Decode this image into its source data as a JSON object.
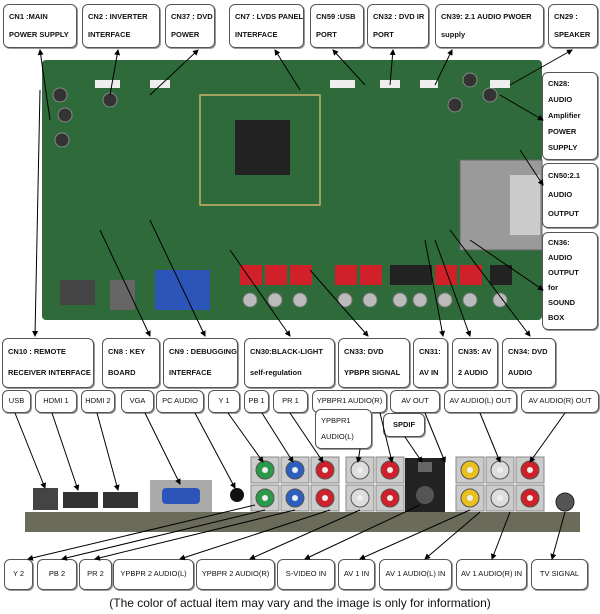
{
  "top_labels": [
    {
      "id": "cn1",
      "lines": [
        "CN1 :MAIN",
        "POWER SUPPLY"
      ]
    },
    {
      "id": "cn2",
      "lines": [
        "CN2 : INVERTER",
        "INTERFACE"
      ]
    },
    {
      "id": "cn37",
      "lines": [
        "CN37 : DVD",
        "POWER"
      ]
    },
    {
      "id": "cn7",
      "lines": [
        "CN7 :  LVDS PANEL",
        "INTERFACE"
      ]
    },
    {
      "id": "cn59",
      "lines": [
        "CN59 :USB",
        "PORT"
      ]
    },
    {
      "id": "cn32",
      "lines": [
        "CN32 : DVD IR",
        "PORT"
      ]
    },
    {
      "id": "cn39",
      "lines": [
        "CN39:  2.1  AUDIO  PWOER",
        "supply"
      ]
    },
    {
      "id": "cn29",
      "lines": [
        "CN29 :",
        "SPEAKER"
      ]
    }
  ],
  "right_labels": [
    {
      "id": "cn28",
      "lines": [
        "CN28:",
        "AUDIO",
        "Amplifier",
        "POWER",
        "SUPPLY"
      ]
    },
    {
      "id": "cn50",
      "lines": [
        "CN50:2.1",
        "AUDIO",
        "OUTPUT"
      ]
    },
    {
      "id": "cn36",
      "lines": [
        "CN36:",
        "AUDIO",
        "OUTPUT",
        "for",
        "SOUND",
        "BOX"
      ]
    }
  ],
  "middle_labels": [
    {
      "id": "cn10",
      "lines": [
        "CN10 : REMOTE",
        "RECEIVER INTERFACE"
      ]
    },
    {
      "id": "cn8",
      "lines": [
        "CN8 : KEY",
        "BOARD"
      ]
    },
    {
      "id": "cn9",
      "lines": [
        "CN9 :  DEBUGGING",
        "INTERFACE"
      ]
    },
    {
      "id": "cn30",
      "lines": [
        "CN30:BLACK-LIGHT",
        "self-regulation"
      ]
    },
    {
      "id": "cn33",
      "lines": [
        "CN33: DVD",
        "YPBPR SIGNAL"
      ]
    },
    {
      "id": "cn31",
      "lines": [
        "CN31:",
        "AV IN"
      ]
    },
    {
      "id": "cn35",
      "lines": [
        "CN35: AV",
        "2 AUDIO"
      ]
    },
    {
      "id": "cn34",
      "lines": [
        "CN34: DVD",
        "AUDIO"
      ]
    }
  ],
  "port_labels_upper": [
    {
      "id": "usb",
      "lines": [
        "USB"
      ]
    },
    {
      "id": "hdmi1",
      "lines": [
        "HDMI 1"
      ]
    },
    {
      "id": "hdmi2",
      "lines": [
        "HDMI 2"
      ]
    },
    {
      "id": "vga",
      "lines": [
        "VGA"
      ]
    },
    {
      "id": "pcaudio",
      "lines": [
        "PC AUDIO"
      ]
    },
    {
      "id": "y1",
      "lines": [
        "Y 1"
      ]
    },
    {
      "id": "pb1",
      "lines": [
        "PB 1"
      ]
    },
    {
      "id": "pr1",
      "lines": [
        "PR 1"
      ]
    },
    {
      "id": "ypbpr1r",
      "lines": [
        "YPBPR1 AUDIO(R)"
      ]
    },
    {
      "id": "avout",
      "lines": [
        "AV OUT"
      ]
    },
    {
      "id": "avlout",
      "lines": [
        "AV   AUDIO(L) OUT"
      ]
    },
    {
      "id": "avrout",
      "lines": [
        "AV AUDIO(R) OUT"
      ]
    },
    {
      "id": "ypbpr1l",
      "lines": [
        "YPBPR1",
        "AUDIO(L)"
      ]
    },
    {
      "id": "spdif",
      "lines": [
        "SPDIF"
      ]
    }
  ],
  "port_labels_lower": [
    {
      "id": "y2",
      "lines": [
        "Y 2"
      ]
    },
    {
      "id": "pb2",
      "lines": [
        "PB 2"
      ]
    },
    {
      "id": "pr2",
      "lines": [
        "PR 2"
      ]
    },
    {
      "id": "ypbpr2l",
      "lines": [
        "YPBPR 2 AUDIO(L)"
      ]
    },
    {
      "id": "ypbpr2r",
      "lines": [
        "YPBPR 2 AUDIO(R)"
      ]
    },
    {
      "id": "svideo",
      "lines": [
        "S-VIDEO IN"
      ]
    },
    {
      "id": "av1in",
      "lines": [
        "AV 1 IN"
      ]
    },
    {
      "id": "av1l",
      "lines": [
        "AV 1 AUDIO(L) IN"
      ]
    },
    {
      "id": "av1r",
      "lines": [
        "AV 1 AUDIO(R) IN"
      ]
    },
    {
      "id": "tv",
      "lines": [
        "TV SIGNAL"
      ]
    }
  ],
  "caption": "(The color of actual item may vary and the image is only for information)",
  "colors": {
    "pcb": "#2f6b3a",
    "pcb_dark": "#1f4a28",
    "rca_red": "#d0202a",
    "rca_green": "#2a9a4a",
    "rca_blue": "#2c5fc0",
    "rca_yellow": "#e8c020",
    "vga_blue": "#2b55b8"
  }
}
